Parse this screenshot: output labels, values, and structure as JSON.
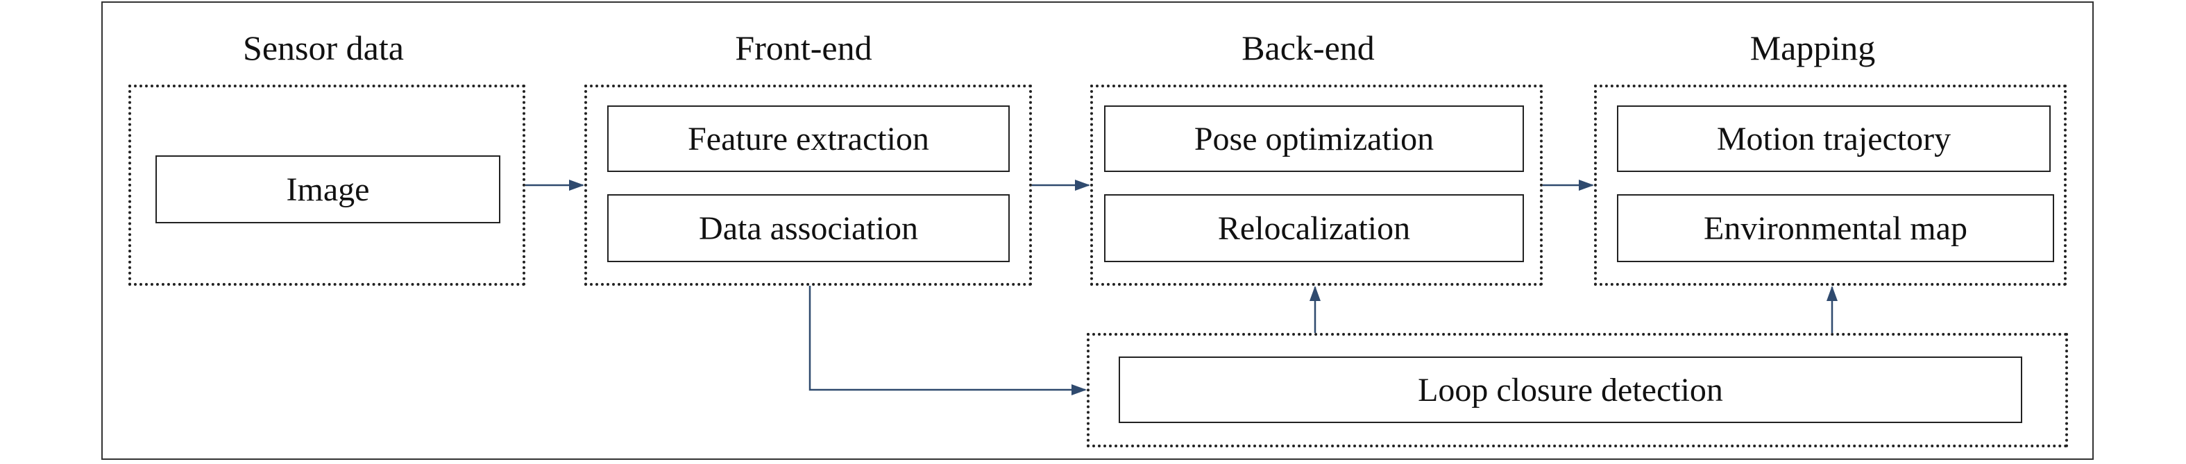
{
  "stages": {
    "sensor": {
      "title": "Sensor data",
      "items": [
        "Image"
      ]
    },
    "frontend": {
      "title": "Front-end",
      "items": [
        "Feature extraction",
        "Data association"
      ]
    },
    "backend": {
      "title": "Back-end",
      "items": [
        "Pose optimization",
        "Relocalization"
      ]
    },
    "mapping": {
      "title": "Mapping",
      "items": [
        "Motion trajectory",
        "Environmental map"
      ]
    }
  },
  "loop": {
    "label": "Loop closure detection"
  },
  "colors": {
    "arrow": "#2f4a6e",
    "border": "#222222"
  }
}
